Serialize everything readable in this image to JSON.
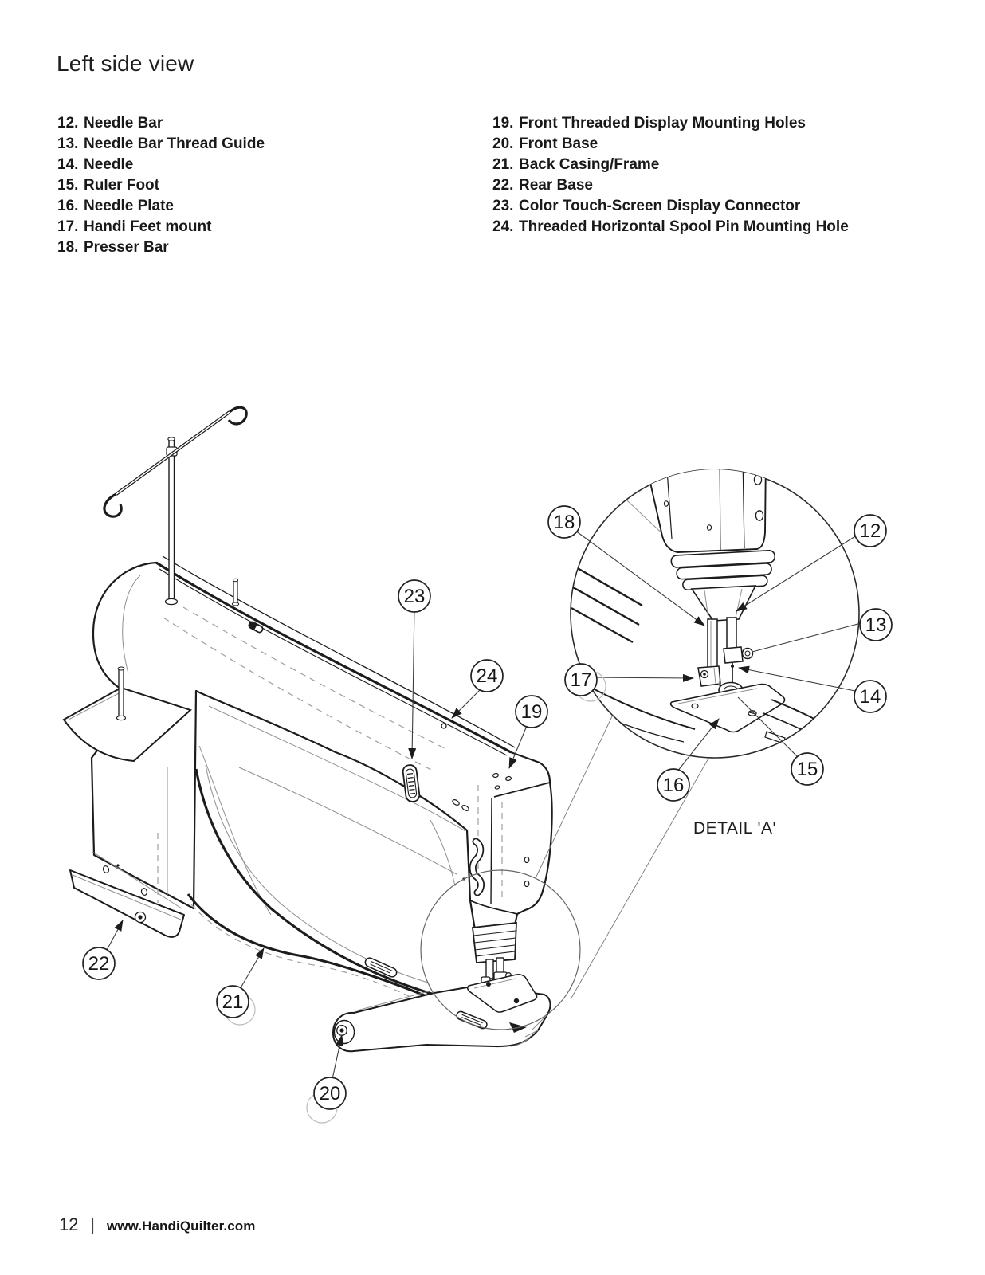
{
  "page": {
    "title": "Left side view",
    "footer": {
      "page_number": "12",
      "separator": "|",
      "website": "www.HandiQuilter.com"
    }
  },
  "parts_list": {
    "left_column": [
      {
        "num": "12.",
        "label": "Needle Bar"
      },
      {
        "num": "13.",
        "label": "Needle Bar Thread Guide"
      },
      {
        "num": "14.",
        "label": "Needle"
      },
      {
        "num": "15.",
        "label": "Ruler Foot"
      },
      {
        "num": "16.",
        "label": "Needle Plate"
      },
      {
        "num": "17.",
        "label": "Handi Feet mount"
      },
      {
        "num": "18.",
        "label": "Presser Bar"
      }
    ],
    "right_column": [
      {
        "num": "19.",
        "label": "Front Threaded Display Mounting Holes"
      },
      {
        "num": "20.",
        "label": "Front Base"
      },
      {
        "num": "21.",
        "label": "Back Casing/Frame"
      },
      {
        "num": "22.",
        "label": "Rear Base"
      },
      {
        "num": "23.",
        "label": "Color Touch-Screen Display Connector"
      },
      {
        "num": "24.",
        "label": "Threaded Horizontal Spool Pin Mounting Hole"
      }
    ]
  },
  "diagram": {
    "detail_label": "DETAIL 'A'",
    "line_color": "#1c1c1c",
    "callouts": {
      "c12": "12",
      "c13": "13",
      "c14": "14",
      "c15": "15",
      "c16": "16",
      "c17": "17",
      "c18": "18",
      "c19": "19",
      "c20": "20",
      "c21": "21",
      "c22": "22",
      "c23": "23",
      "c24": "24"
    }
  }
}
